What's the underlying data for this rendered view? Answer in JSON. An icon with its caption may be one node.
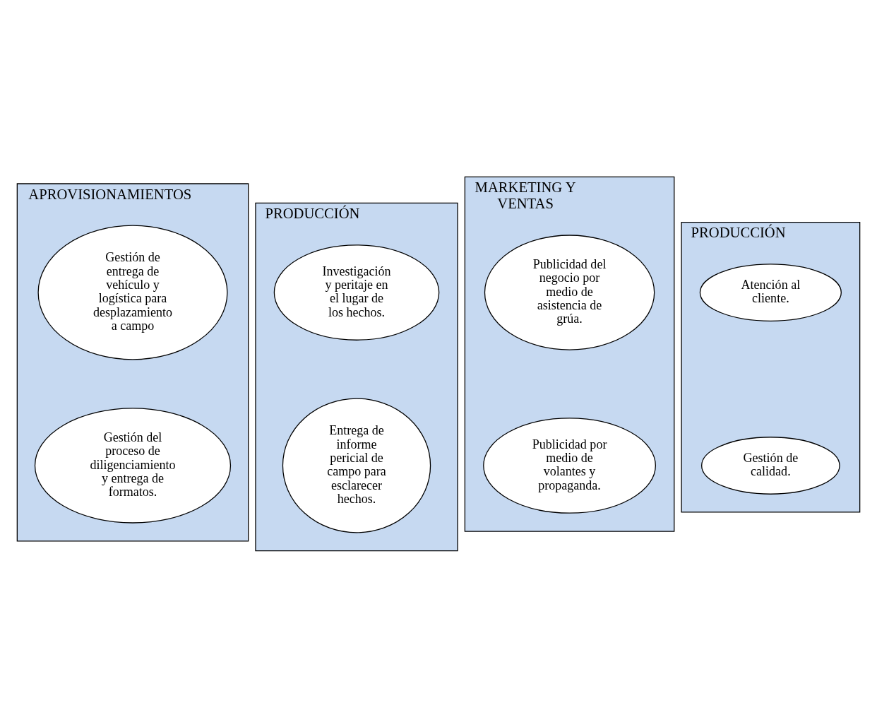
{
  "diagram": {
    "nodes": [
      {
        "text": [
          "APROVISIONAMIENTOS"
        ]
      },
      {
        "text": [
          "Gestión de entrega de vehículo y logística para desplazamiento a campo"
        ],
        "in": 0
      },
      {
        "text": [
          "Gestión del proceso de diligenciamiento y entrega de formatos."
        ],
        "in": 0
      },
      {
        "text": [
          "PRODUCCIÓN"
        ]
      },
      {
        "text": [
          "Investigación y peritaje en el lugar de los hechos."
        ],
        "in": 3
      },
      {
        "text": [
          "Entrega de informe pericial de campo para esclarecer hechos."
        ],
        "in": 3
      },
      {
        "text": [
          "MARKETING Y VENTAS"
        ]
      },
      {
        "text": [
          "Publicidad del negocio por medio de asistencia de grúa."
        ],
        "in": 6
      },
      {
        "text": [
          "Publicidad por medio de volantes y propaganda."
        ],
        "in": 6
      },
      {
        "text": [
          "PRODUCCIÓN"
        ]
      },
      {
        "text": [
          "Atención al cliente."
        ],
        "in": 9
      },
      {
        "text": [
          "Gestión de calidad."
        ],
        "in": 9
      }
    ]
  }
}
